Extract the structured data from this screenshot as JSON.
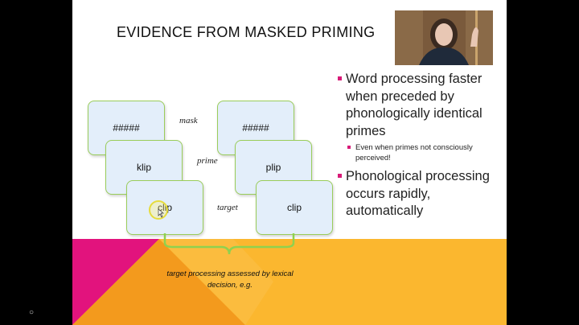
{
  "slide": {
    "title": "EVIDENCE FROM MASKED PRIMING",
    "left_sequence": {
      "mask": "#####",
      "prime": "klip",
      "target": "clip"
    },
    "right_sequence": {
      "mask": "#####",
      "prime": "plip",
      "target": "clip"
    },
    "stage_labels": {
      "mask": "mask",
      "prime": "prime",
      "target": "target"
    },
    "bullets": [
      {
        "text": "Word processing faster when preceded by phonologically identical primes",
        "sub": [
          "Even when primes not consciously perceived!"
        ]
      },
      {
        "text": "Phonological processing occurs rapidly, automatically",
        "sub": []
      }
    ],
    "caption": "target processing assessed by lexical decision, e.g."
  },
  "colors": {
    "accent": "#d81b78",
    "card_fill": "#e3eefa",
    "card_border": "#9acd5a",
    "orange": "#fbb72f",
    "magenta": "#e2137d"
  },
  "icons": {
    "left_edge": "circle-marker-icon",
    "cursor": "pointer-icon"
  }
}
